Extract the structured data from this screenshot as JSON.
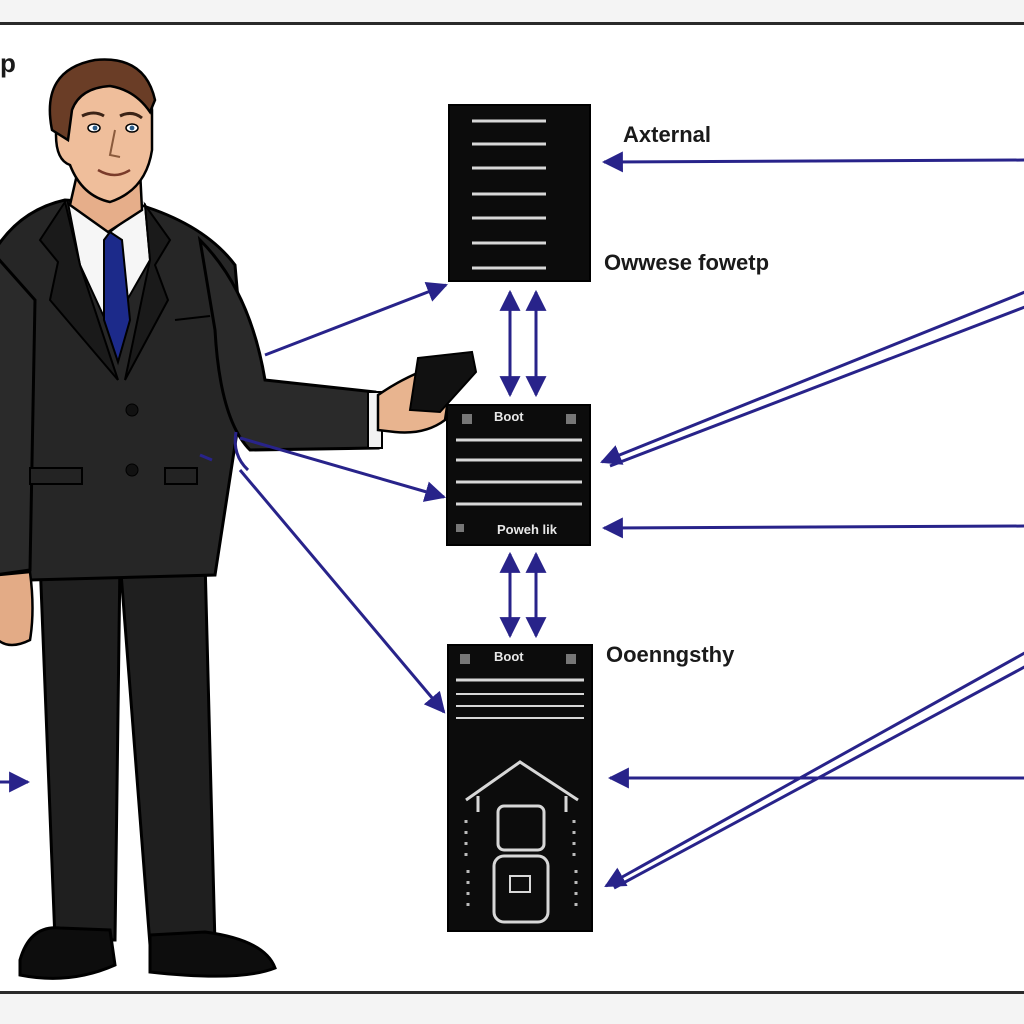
{
  "labels": {
    "edge_top_left": "p",
    "external": "Axternal",
    "owner_app": "Owwese fowetp",
    "connecting": "Ooenngsthy"
  },
  "boxes": {
    "middle_header": "Boot",
    "middle_footer": "Poweh lik",
    "bottom_header": "Boot"
  },
  "colors": {
    "arrow": "#28238a",
    "box": "#0c0c0c",
    "suit": "#232323",
    "tie": "#1c2a8a"
  }
}
